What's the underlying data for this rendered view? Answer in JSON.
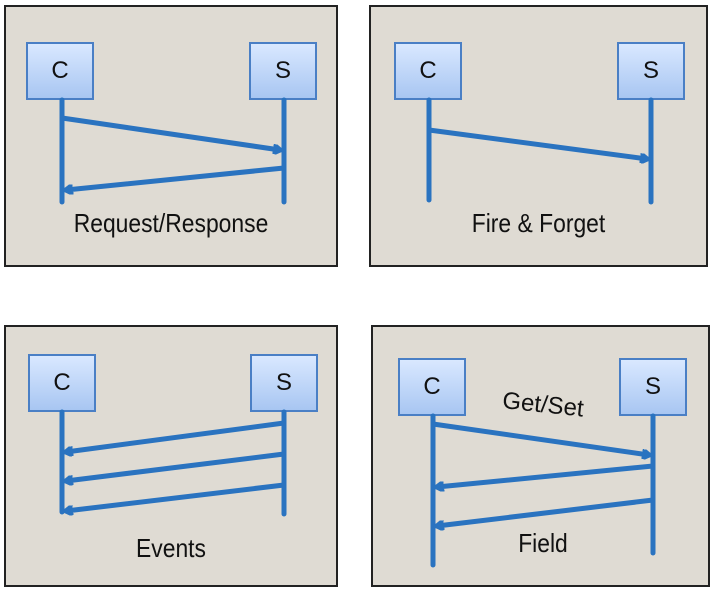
{
  "panels": [
    {
      "client": "C",
      "server": "S",
      "caption": "Request/Response"
    },
    {
      "client": "C",
      "server": "S",
      "caption": "Fire & Forget"
    },
    {
      "client": "C",
      "server": "S",
      "caption": "Events"
    },
    {
      "client": "C",
      "server": "S",
      "caption": "Field",
      "label": "Get/Set"
    }
  ],
  "colors": {
    "arrow": "#2a73c0",
    "node_fill": "#bcd5f7",
    "node_border": "#4a7fc5",
    "panel_bg": "#dfdbd3"
  }
}
